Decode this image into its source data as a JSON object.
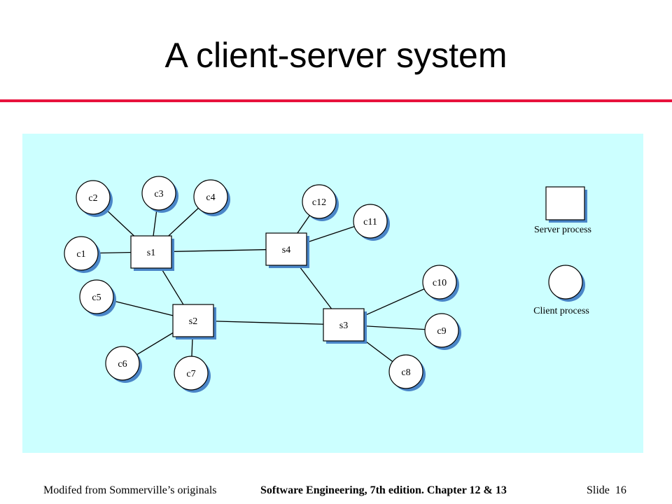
{
  "title": "A client-server system",
  "footer": {
    "left": "Modifed from Sommerville’s originals",
    "center": "Software Engineering, 7th edition. Chapter 12 & 13",
    "slide_label": "Slide",
    "slide_number": "16"
  },
  "diagram": {
    "servers": [
      {
        "id": "s1",
        "label": "s1"
      },
      {
        "id": "s2",
        "label": "s2"
      },
      {
        "id": "s3",
        "label": "s3"
      },
      {
        "id": "s4",
        "label": "s4"
      }
    ],
    "clients": [
      {
        "id": "c1",
        "label": "c1"
      },
      {
        "id": "c2",
        "label": "c2"
      },
      {
        "id": "c3",
        "label": "c3"
      },
      {
        "id": "c4",
        "label": "c4"
      },
      {
        "id": "c5",
        "label": "c5"
      },
      {
        "id": "c6",
        "label": "c6"
      },
      {
        "id": "c7",
        "label": "c7"
      },
      {
        "id": "c8",
        "label": "c8"
      },
      {
        "id": "c9",
        "label": "c9"
      },
      {
        "id": "c10",
        "label": "c10"
      },
      {
        "id": "c11",
        "label": "c11"
      },
      {
        "id": "c12",
        "label": "c12"
      }
    ],
    "connections": [
      [
        "s1",
        "c1"
      ],
      [
        "s1",
        "c2"
      ],
      [
        "s1",
        "c3"
      ],
      [
        "s1",
        "c4"
      ],
      [
        "s1",
        "s4"
      ],
      [
        "s1",
        "s2"
      ],
      [
        "s2",
        "c5"
      ],
      [
        "s2",
        "c6"
      ],
      [
        "s2",
        "c7"
      ],
      [
        "s2",
        "s3"
      ],
      [
        "s3",
        "s4"
      ],
      [
        "s3",
        "c8"
      ],
      [
        "s3",
        "c9"
      ],
      [
        "s3",
        "c10"
      ],
      [
        "s4",
        "c11"
      ],
      [
        "s4",
        "c12"
      ]
    ],
    "legend": {
      "server_label": "Server process",
      "client_label": "Client process"
    },
    "colors": {
      "background": "#ccffff",
      "node_fill": "#ffffff",
      "node_shadow": "#4a86c8",
      "line": "#000000",
      "title_rule": "#e8123c"
    }
  }
}
